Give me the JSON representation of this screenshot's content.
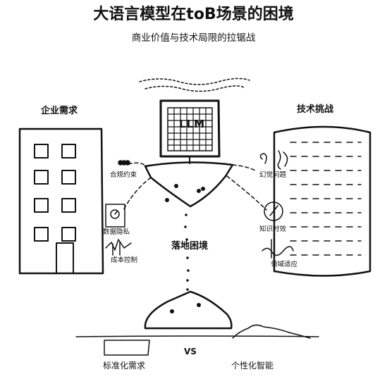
{
  "header": {
    "title": "大语言模型在toB场景的困境",
    "subtitle": "商业价值与技术局限的拉锯战"
  },
  "enterprise": {
    "heading": "企业需求",
    "needs": [
      "合规约束",
      "数据隐私",
      "成本控制"
    ]
  },
  "technology": {
    "heading": "技术挑战",
    "challenges": [
      "幻觉问题",
      "知识时效",
      "领域适应"
    ]
  },
  "center": {
    "llm_label": "LLM",
    "dilemma_label": "落地困境",
    "vs_label": "VS"
  },
  "bottom": {
    "left_label": "标准化需求",
    "right_label": "个性化智能"
  },
  "colors": {
    "ink": "#111111",
    "background": "#ffffff"
  }
}
